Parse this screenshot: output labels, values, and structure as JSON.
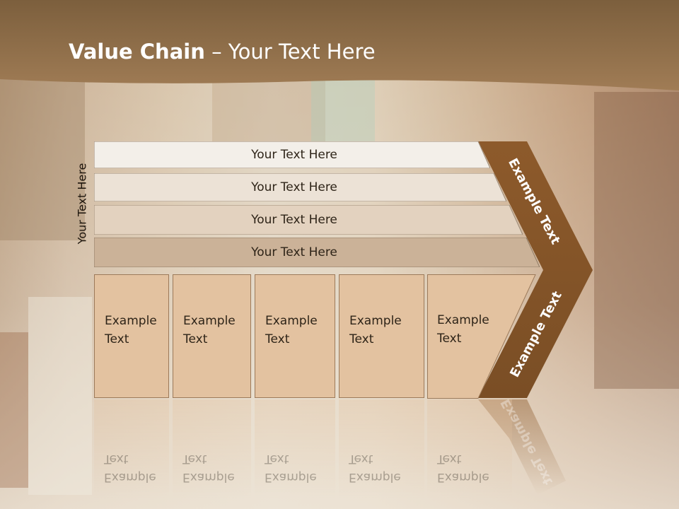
{
  "slide": {
    "title_bold": "Value Chain",
    "title_rest": " – Your Text Here",
    "vertical_label": "Your Text Here",
    "rows": [
      {
        "label": "Your Text Here",
        "fill": "#f3efe9"
      },
      {
        "label": "Your Text Here",
        "fill": "#ece2d6"
      },
      {
        "label": "Your Text Here",
        "fill": "#e3d2bf"
      },
      {
        "label": "Your Text Here",
        "fill": "#cbb298"
      }
    ],
    "boxes": [
      {
        "line1": "Example",
        "line2": "Text"
      },
      {
        "line1": "Example",
        "line2": "Text"
      },
      {
        "line1": "Example",
        "line2": "Text"
      },
      {
        "line1": "Example",
        "line2": "Text"
      },
      {
        "line1": "Example",
        "line2": "Text"
      }
    ],
    "chevron_upper_label": "Example Text",
    "chevron_lower_label": "Example Text",
    "colors": {
      "header_brown": "#8a6a45",
      "chevron_brown": "#8d5a2b",
      "box_fill": "#e3c2a0",
      "title_text": "#ffffff"
    }
  }
}
